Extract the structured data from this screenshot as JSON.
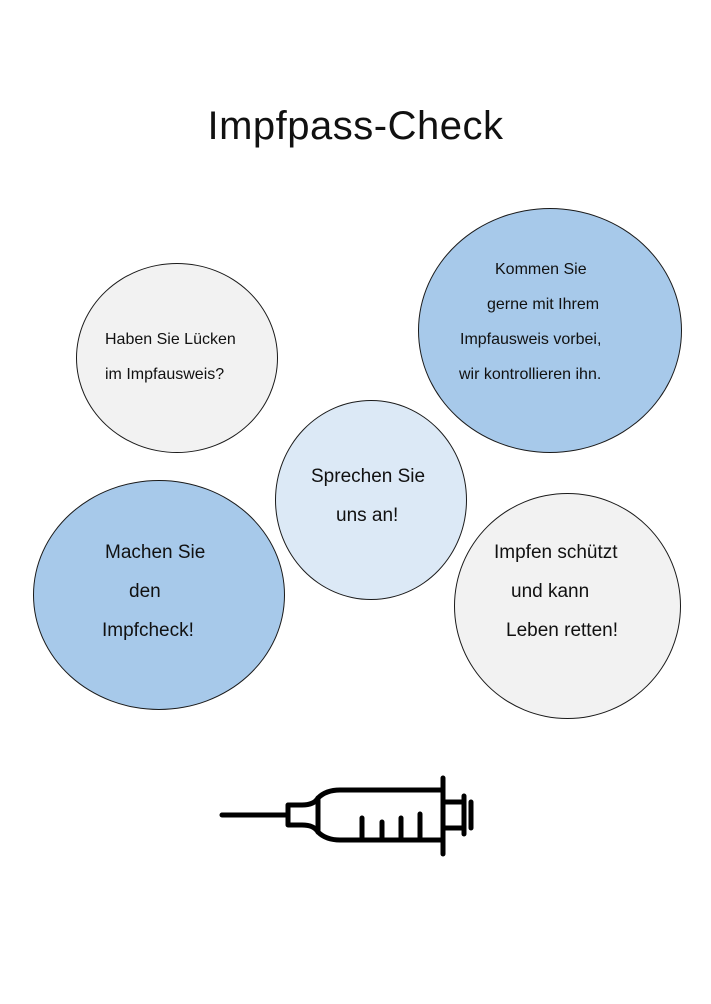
{
  "title": "Impfpass-Check",
  "bubbles": {
    "gaps": {
      "lines": [
        "Haben Sie Lücken",
        "im Impfausweis?"
      ]
    },
    "visit": {
      "lines": [
        "Kommen Sie",
        "gerne mit Ihrem",
        "Impfausweis vorbei,",
        "wir kontrollieren ihn."
      ]
    },
    "talk": {
      "lines": [
        "Sprechen Sie",
        "uns an!"
      ]
    },
    "check": {
      "lines": [
        "Machen Sie",
        "den",
        "Impfcheck!"
      ]
    },
    "protect": {
      "lines": [
        "Impfen schützt",
        "und kann",
        "Leben retten!"
      ]
    }
  },
  "colors": {
    "light_gray": "#f2f2f2",
    "blue": "#a7c9ea",
    "pale_blue": "#dce9f6",
    "outline": "#1a1a1a"
  },
  "icons": [
    "syringe-icon"
  ]
}
